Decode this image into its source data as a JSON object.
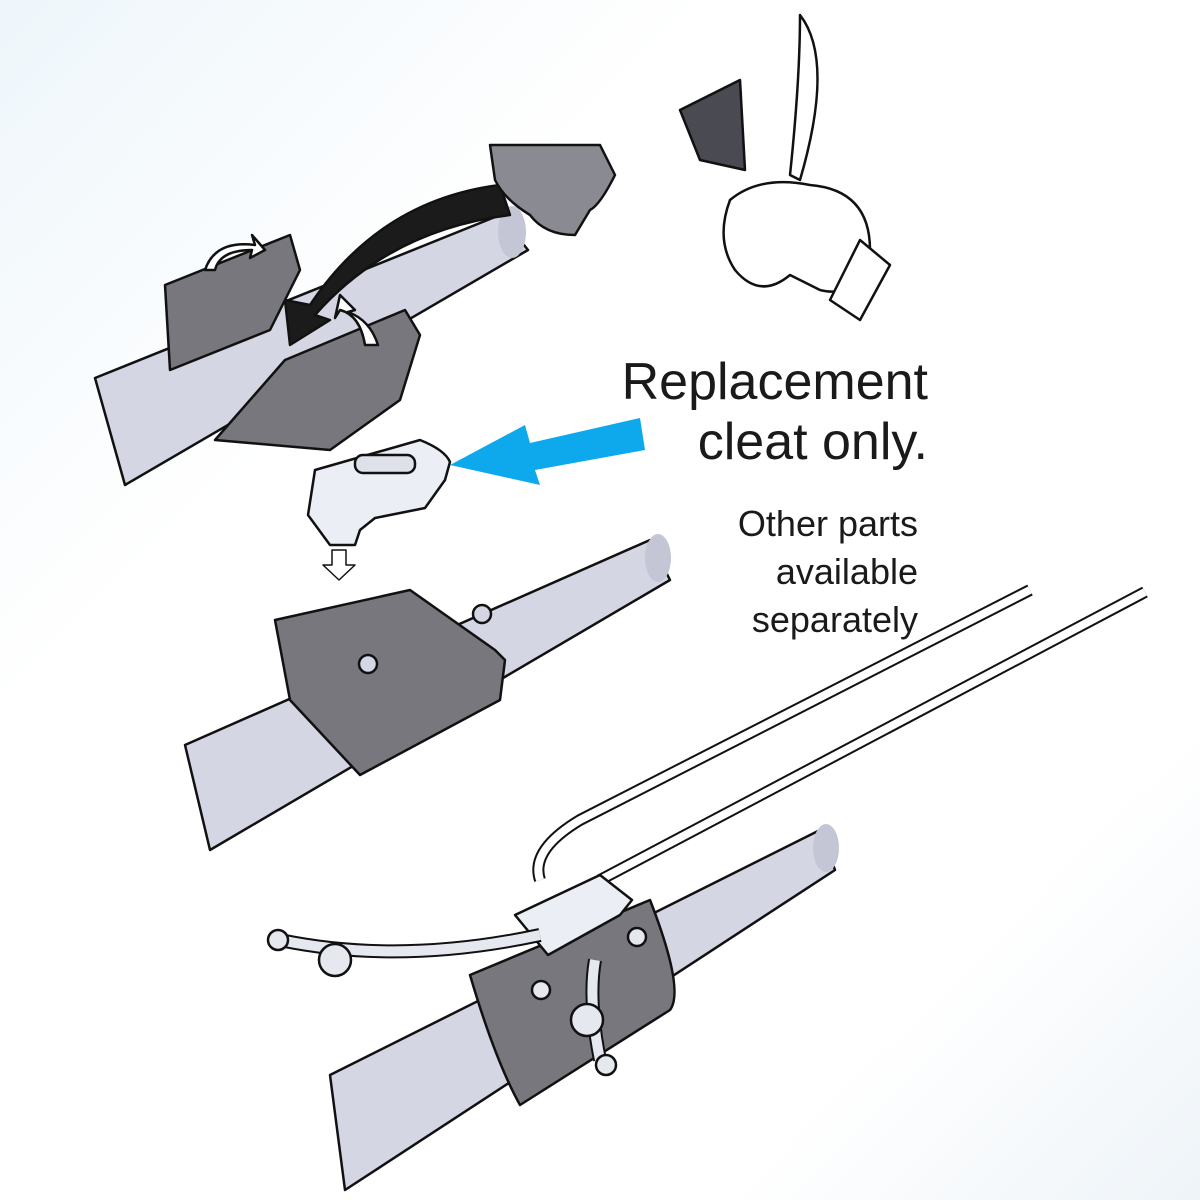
{
  "headline": [
    "Replacement",
    "cleat only."
  ],
  "subtext": [
    "Other parts",
    "available",
    "separately"
  ],
  "colors": {
    "tube": "#d4d6e4",
    "bracket": "#77777d",
    "bracket_dark": "#5a5a60",
    "cleat": "#eceef6",
    "highlight_arrow": "#0ea8ec",
    "arrow_dark": "#1b1b1b",
    "outline": "#111111"
  }
}
